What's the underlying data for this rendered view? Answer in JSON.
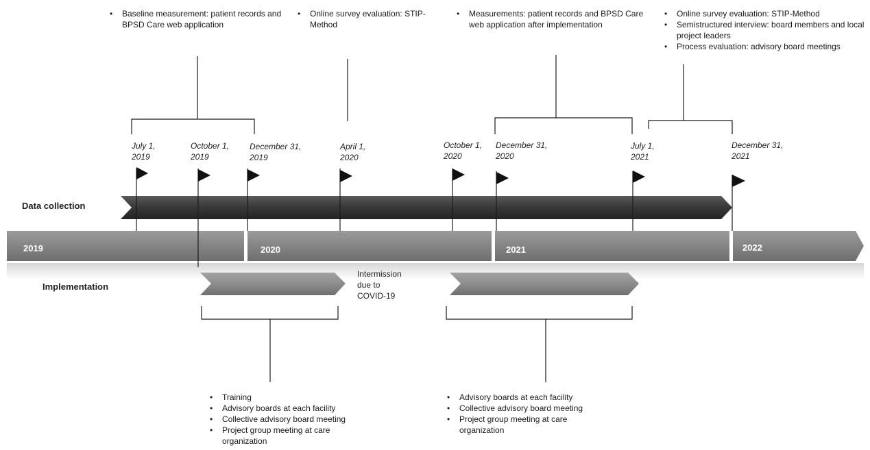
{
  "top_notes": [
    [
      "Baseline measurement: patient records and BPSD Care web application"
    ],
    [
      "Online survey evaluation: STIP-Method"
    ],
    [
      "Measurements: patient records and BPSD Care web application after implementation"
    ],
    [
      "Online survey evaluation: STIP-Method",
      "Semistructured interview: board members and local project leaders",
      "Process evaluation: advisory board meetings"
    ]
  ],
  "bottom_notes": [
    [
      "Training",
      "Advisory boards at each facility",
      "Collective advisory board meeting",
      "Project group meeting at care organization"
    ],
    [
      "Advisory boards at each facility",
      "Collective advisory board meeting",
      "Project group meeting at care organization"
    ]
  ],
  "milestones": [
    {
      "date": "July 1,\n2019"
    },
    {
      "date": "October 1,\n2019"
    },
    {
      "date": "December 31,\n2019"
    },
    {
      "date": "April 1,\n2020"
    },
    {
      "date": "October 1,\n2020"
    },
    {
      "date": "December 31,\n2020"
    },
    {
      "date": "July 1,\n2021"
    },
    {
      "date": "December 31,\n2021"
    }
  ],
  "rows": {
    "data_collection": "Data collection",
    "implementation": "Implementation"
  },
  "years": [
    "2019",
    "2020",
    "2021",
    "2022"
  ],
  "intermission_note": "Intermission\ndue to\nCOVID-19",
  "colors": {
    "year_bar": "#8a8a8a",
    "data_arrow": "#3c3c3c",
    "impl_arrow": "#8c8c8c",
    "line": "#1a1a1a"
  }
}
